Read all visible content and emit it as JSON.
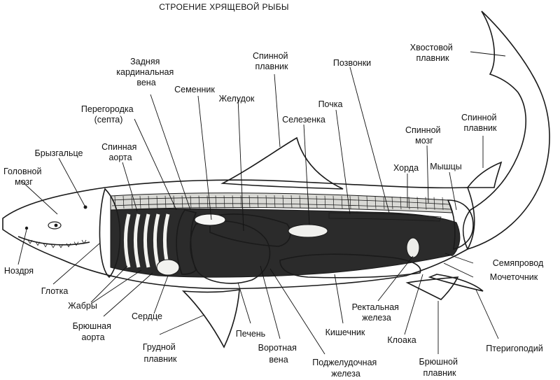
{
  "title": "СТРОЕНИЕ ХРЯЩЕВОЙ РЫБЫ",
  "colors": {
    "ink": "#1a1a1a",
    "skin": "#e9e9e6",
    "organ": "#f6f6f4",
    "cavity": "#2b2b2b",
    "background": "#ffffff"
  },
  "labels": {
    "zadnyaya_kardinalnaya_vena": [
      "Задняя",
      "кардинальная",
      "вена"
    ],
    "spinnoy_plavnik_1": [
      "Спинной",
      "плавник"
    ],
    "pozvonki": "Позвонки",
    "hvostovoy_plavnik": [
      "Хвостовой",
      "плавник"
    ],
    "semennik": "Семенник",
    "zheludok": "Желудок",
    "peregorodka": [
      "Перегородка",
      "(септа)"
    ],
    "pochka": "Почка",
    "selezenka": "Селезенка",
    "spinnoy_plavnik_2": [
      "Спинной",
      "плавник"
    ],
    "spinnoy_mozg": [
      "Спинной",
      "мозг"
    ],
    "bryzgalce": "Брызгальце",
    "spinnaya_aorta": [
      "Спинная",
      "аорта"
    ],
    "golovnoy_mozg": [
      "Головной",
      "мозг"
    ],
    "horda": "Хорда",
    "myshcy": "Мышцы",
    "nozdrya": "Ноздря",
    "semyaprovod": "Семяпровод",
    "glotka": "Глотка",
    "mochetochnik": "Мочеточник",
    "zhabry": "Жабры",
    "rektalnaya_zheleza": [
      "Ректальная",
      "железа"
    ],
    "bryushnaya_aorta": [
      "Брюшная",
      "аорта"
    ],
    "serdce": "Сердце",
    "kishechnik": "Кишечник",
    "kloaka": "Клоака",
    "pechen": "Печень",
    "grudnoy_plavnik": [
      "Грудной",
      "плавник"
    ],
    "vorotnaya_vena": [
      "Воротная",
      "вена"
    ],
    "pterigopodiy": "Птеригоподий",
    "podzheludochnaya_zheleza": [
      "Поджелудочная",
      "железа"
    ],
    "bryushnoy_plavnik": [
      "Брюшной",
      "плавник"
    ]
  }
}
